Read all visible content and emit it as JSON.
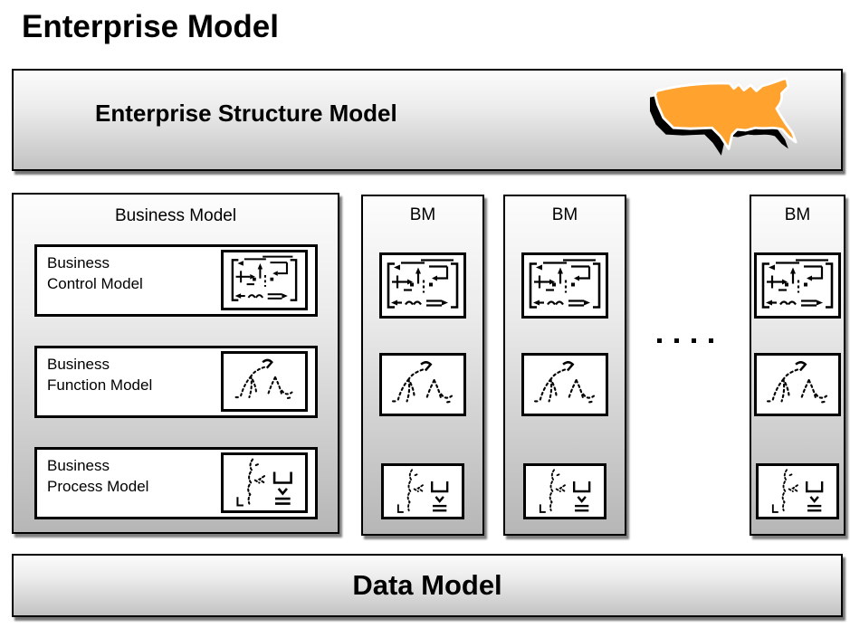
{
  "title": "Enterprise Model",
  "esm_banner": {
    "label": "Enterprise Structure Model",
    "icon": "usa-map-icon"
  },
  "business_model_panel": {
    "title": "Business Model",
    "items": [
      {
        "label_line1": "Business",
        "label_line2": "Control Model",
        "icon": "control-model-thumbnail-icon"
      },
      {
        "label_line1": "Business",
        "label_line2": "Function Model",
        "icon": "function-model-thumbnail-icon"
      },
      {
        "label_line1": "Business",
        "label_line2": "Process Model",
        "icon": "process-model-thumbnail-icon"
      }
    ]
  },
  "bm_columns": [
    {
      "label": "BM"
    },
    {
      "label": "BM"
    },
    {
      "label": "BM"
    }
  ],
  "ellipsis_dot_count": "4",
  "data_model_banner": {
    "label": "Data Model"
  },
  "colors": {
    "usa_map_fill": "#FFA22E",
    "usa_map_shadow": "#000000",
    "box_border": "#000000"
  }
}
